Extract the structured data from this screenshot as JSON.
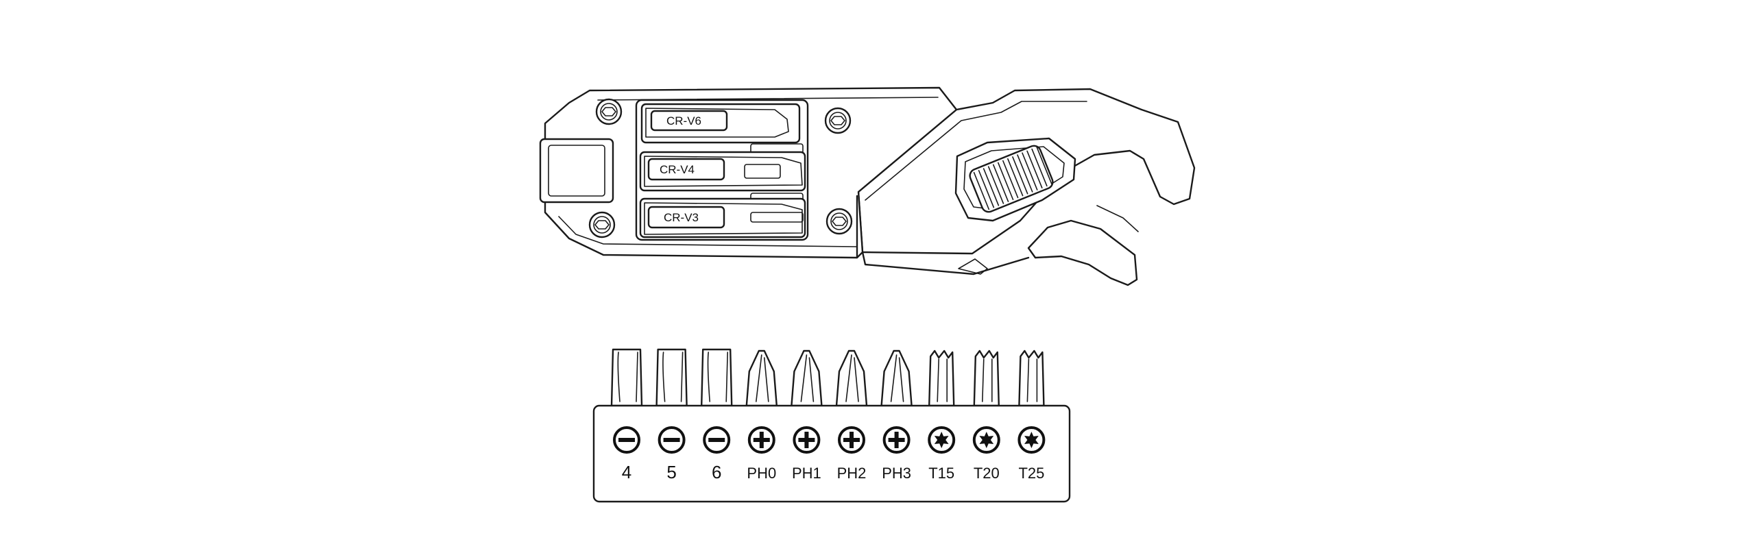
{
  "tool": {
    "slot_labels": [
      "CR-V6",
      "CR-V4",
      "CR-V3"
    ]
  },
  "bits": [
    {
      "label": "4",
      "type": "slotted"
    },
    {
      "label": "5",
      "type": "slotted"
    },
    {
      "label": "6",
      "type": "slotted"
    },
    {
      "label": "PH0",
      "type": "phillips"
    },
    {
      "label": "PH1",
      "type": "phillips"
    },
    {
      "label": "PH2",
      "type": "phillips"
    },
    {
      "label": "PH3",
      "type": "phillips"
    },
    {
      "label": "T15",
      "type": "torx"
    },
    {
      "label": "T20",
      "type": "torx"
    },
    {
      "label": "T25",
      "type": "torx"
    }
  ]
}
